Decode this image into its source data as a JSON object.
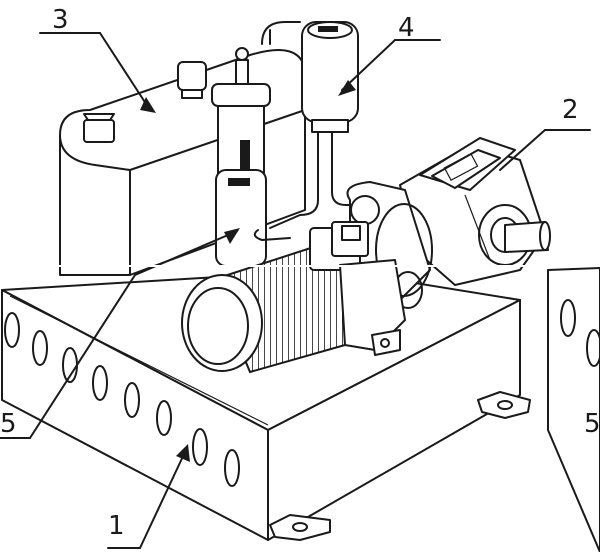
{
  "labels": {
    "one": "1",
    "two": "2",
    "three": "3",
    "four": "4",
    "five_left": "5",
    "five_right": "5"
  }
}
